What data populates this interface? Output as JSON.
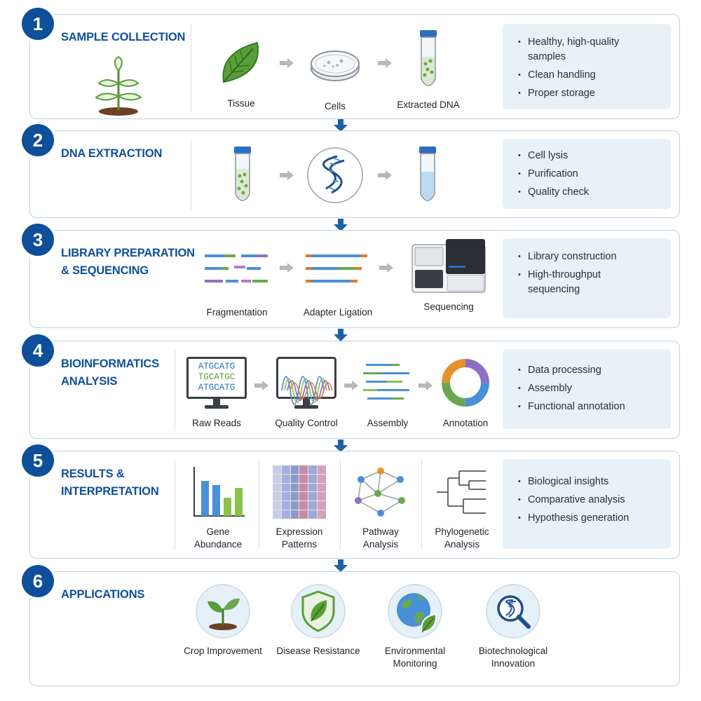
{
  "steps": [
    {
      "number": "1",
      "title_lines": [
        "SAMPLE COLLECTION"
      ],
      "items": [
        "Tissue",
        "Cells",
        "Extracted DNA"
      ],
      "notes": [
        "Healthy, high-quality samples",
        "Clean handling",
        "Proper storage"
      ]
    },
    {
      "number": "2",
      "title_lines": [
        "DNA EXTRACTION"
      ],
      "items": [],
      "notes": [
        "Cell lysis",
        "Purification",
        "Quality check"
      ]
    },
    {
      "number": "3",
      "title_lines": [
        "LIBRARY PREPARATION",
        "& SEQUENCING"
      ],
      "items": [
        "Fragmentation",
        "Adapter Ligation",
        "Sequencing"
      ],
      "notes": [
        "Library construction",
        "High-throughput sequencing"
      ]
    },
    {
      "number": "4",
      "title_lines": [
        "BIOINFORMATICS",
        "ANALYSIS"
      ],
      "items": [
        "Raw Reads",
        "Quality Control",
        "Assembly",
        "Annotation"
      ],
      "notes": [
        "Data processing",
        "Assembly",
        "Functional annotation"
      ],
      "read_lines": [
        "ATGCATG",
        "TGCATGC",
        "ATGCATG"
      ]
    },
    {
      "number": "5",
      "title_lines": [
        "RESULTS &",
        "INTERPRETATION"
      ],
      "items": [
        [
          "Gene",
          "Abundance"
        ],
        [
          "Expression",
          "Patterns"
        ],
        [
          "Pathway",
          "Analysis"
        ],
        [
          "Phylogenetic",
          "Analysis"
        ]
      ],
      "notes": [
        "Biological insights",
        "Comparative analysis",
        "Hypothesis generation"
      ]
    },
    {
      "number": "6",
      "title_lines": [
        "APPLICATIONS"
      ],
      "items": [
        [
          "Crop Improvement"
        ],
        [
          "Disease Resistance"
        ],
        [
          "Environmental",
          "Monitoring"
        ],
        [
          "Biotechnological",
          "Innovation"
        ]
      ]
    }
  ],
  "colors": {
    "brand": "#0f4f9a",
    "border": "#bcd1e6",
    "notes_bg": "#e8f0f8",
    "arrow_gray": "#b5b9be",
    "leaf_green": "#5a9e3a",
    "tube_cap": "#2a6fc2",
    "bar_blue": "#4a90d9",
    "bar_green": "#8bc34a"
  },
  "icons": [
    "leaf-icon",
    "petri-dish-icon",
    "tube-icon",
    "dna-helix-icon",
    "sequencer-icon",
    "monitor-icon",
    "ring-chart-icon",
    "bar-chart-icon",
    "heatmap-icon",
    "network-icon",
    "tree-icon",
    "sprout-icon",
    "shield-icon",
    "globe-icon",
    "magnifier-icon"
  ]
}
